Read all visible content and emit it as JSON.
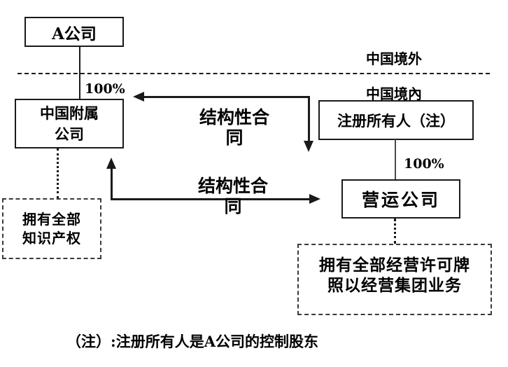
{
  "regions": {
    "outside": "中国境外",
    "inside": "中国境內"
  },
  "boxes": {
    "company_a": {
      "label": "A公司"
    },
    "china_subsidiary": {
      "line1": "中国附属",
      "line2": "公司"
    },
    "registered_owner": {
      "label": "注册所有人（注）"
    },
    "operating_company": {
      "label": "营运公司"
    },
    "ip_ownership": {
      "line1": "拥有全部",
      "line2": "知识产权"
    },
    "license_ownership": {
      "line1": "拥有全部经营许可牌",
      "line2": "照以经营集团业务"
    }
  },
  "edges": {
    "a_to_subsidiary_pct": "100%",
    "owner_to_operating_pct": "100%",
    "contract_upper": {
      "line1": "结构性合",
      "line2": "同"
    },
    "contract_lower": {
      "line1": "结构性合",
      "line2": "同"
    }
  },
  "footnote": "（注）:注册所有人是A公司的控制股东",
  "colors": {
    "background": "#ffffff",
    "text": "#000000",
    "line": "#1a1a1a",
    "owner_link_line": "#4a4a4a"
  }
}
